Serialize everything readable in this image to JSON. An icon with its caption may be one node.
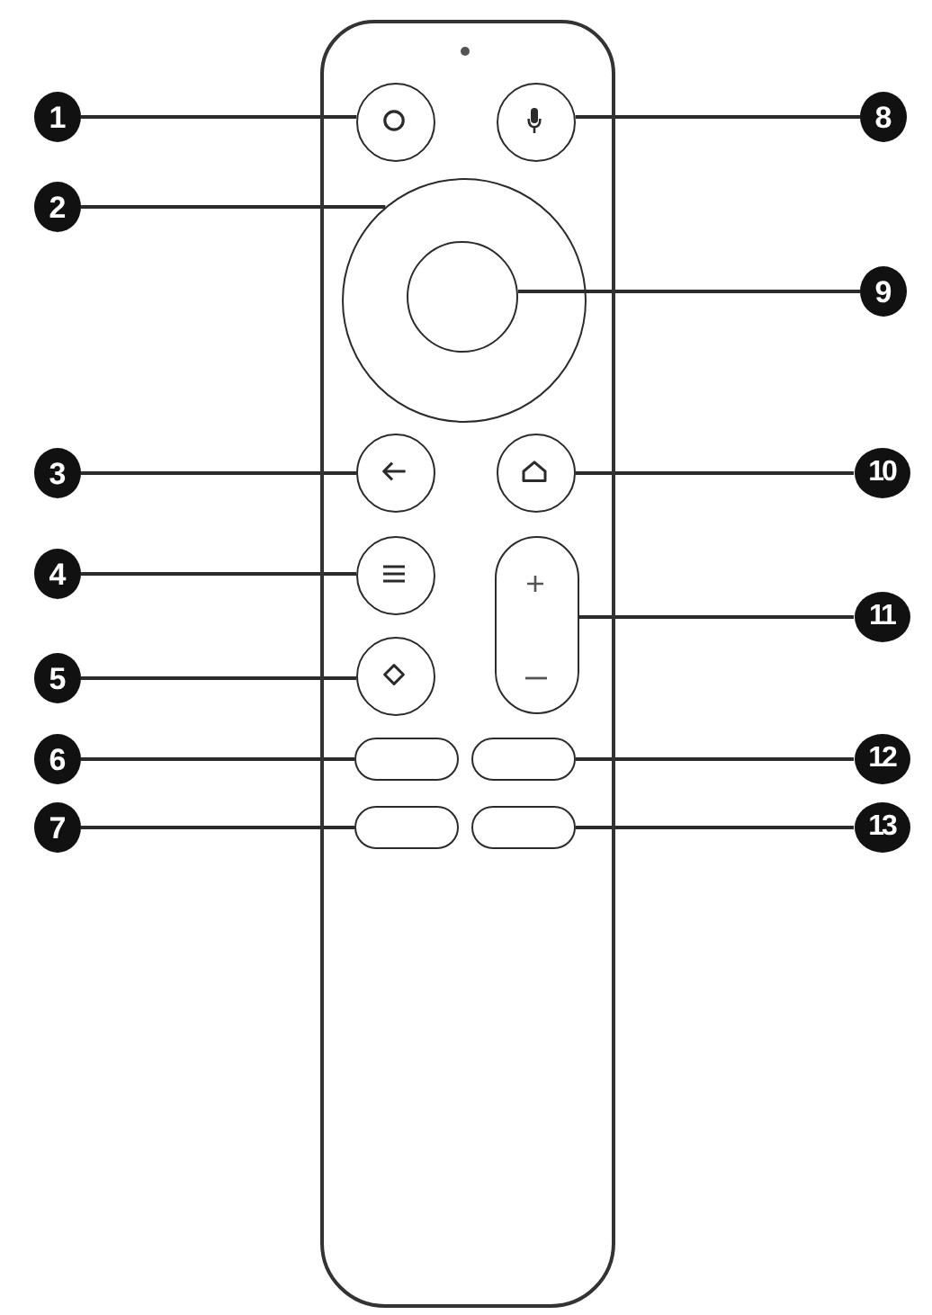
{
  "diagram": {
    "nodes": [
      {
        "text": [
          "1"
        ]
      },
      {
        "text": [
          "2"
        ]
      },
      {
        "text": [
          "3"
        ]
      },
      {
        "text": [
          "4"
        ]
      },
      {
        "text": [
          "5"
        ]
      },
      {
        "text": [
          "6"
        ]
      },
      {
        "text": [
          "7"
        ]
      },
      {
        "text": [
          "8"
        ]
      },
      {
        "text": [
          "9"
        ]
      },
      {
        "text": [
          "10"
        ]
      },
      {
        "text": [
          "11"
        ]
      },
      {
        "text": [
          "12"
        ]
      },
      {
        "text": [
          "13"
        ]
      },
      {
        "text": [],
        "shape": "box"
      },
      {
        "text": [],
        "shape": "circle",
        "in": 13
      },
      {
        "text": [],
        "shape": "circle",
        "in": 13
      },
      {
        "text": [],
        "shape": "circle",
        "in": 13
      },
      {
        "text": [],
        "shape": "circle",
        "in": 13
      },
      {
        "text": [],
        "shape": "circle",
        "in": 13
      },
      {
        "text": [],
        "shape": "pill",
        "in": 13
      },
      {
        "text": [],
        "shape": "pill",
        "in": 13
      },
      {
        "text": [],
        "shape": "circle",
        "in": 13
      },
      {
        "text": [],
        "shape": "circle",
        "in": 15
      },
      {
        "text": [],
        "shape": "circle",
        "in": 13
      },
      {
        "text": [],
        "shape": "pill",
        "in": 13
      },
      {
        "text": [],
        "shape": "pill",
        "in": 13
      },
      {
        "text": [],
        "shape": "pill",
        "in": 13
      }
    ],
    "edges": [
      {
        "from": 0,
        "to": 14,
        "arrow": "none"
      },
      {
        "from": 1,
        "to": 15,
        "arrow": "none"
      },
      {
        "from": 2,
        "to": 16,
        "arrow": "none"
      },
      {
        "from": 3,
        "to": 17,
        "arrow": "none"
      },
      {
        "from": 4,
        "to": 18,
        "arrow": "none"
      },
      {
        "from": 5,
        "to": 19,
        "arrow": "none"
      },
      {
        "from": 6,
        "to": 20,
        "arrow": "none"
      },
      {
        "from": 7,
        "to": 21,
        "arrow": "none"
      },
      {
        "from": 8,
        "to": 22,
        "arrow": "none"
      },
      {
        "from": 9,
        "to": 23,
        "arrow": "none"
      },
      {
        "from": 10,
        "to": 24,
        "arrow": "none"
      },
      {
        "from": 11,
        "to": 25,
        "arrow": "none"
      },
      {
        "from": 12,
        "to": 26,
        "arrow": "none"
      }
    ]
  }
}
